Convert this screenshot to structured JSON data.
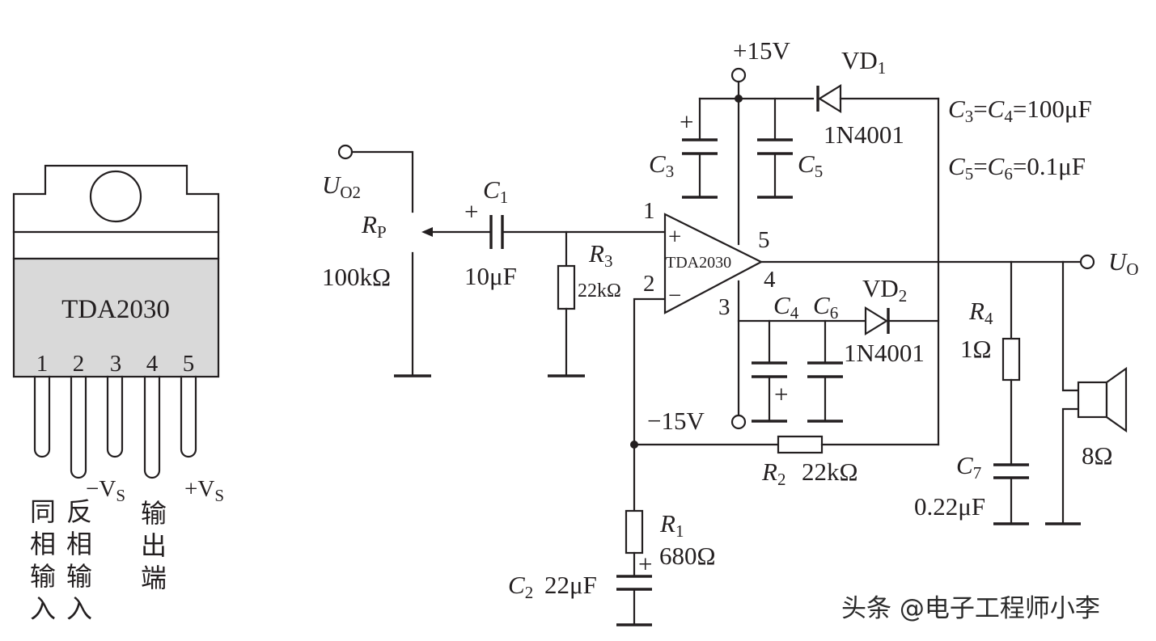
{
  "package": {
    "chip_name": "TDA2030",
    "pins": [
      "1",
      "2",
      "3",
      "4",
      "5"
    ],
    "pin_functions": {
      "neg_supply": "−V",
      "neg_supply_sub": "S",
      "pos_supply": "+V",
      "pos_supply_sub": "S",
      "noninv_input": "同相输入",
      "inv_input": "反相输入",
      "output": "输出端"
    },
    "body_color": "#d9d9d9"
  },
  "circuit": {
    "supply_pos": "+15V",
    "supply_neg": "−15V",
    "output_label": "U",
    "output_sub": "O",
    "input_label": "U",
    "input_sub": "O2",
    "opamp": {
      "name": "TDA2030",
      "plus_sign": "+",
      "minus_sign": "−",
      "pin1": "1",
      "pin2": "2",
      "pin3": "3",
      "pin4": "4",
      "pin5": "5"
    },
    "rp": {
      "name": "R",
      "sub": "P",
      "value": "100kΩ"
    },
    "c1": {
      "name": "C",
      "sub": "1",
      "value": "10μF",
      "polarity": "+"
    },
    "r3": {
      "name": "R",
      "sub": "3",
      "value": "22kΩ"
    },
    "c3": {
      "name": "C",
      "sub": "3",
      "polarity": "+"
    },
    "c5": {
      "name": "C",
      "sub": "5"
    },
    "vd1": {
      "name": "VD",
      "sub": "1",
      "part": "1N4001"
    },
    "c4": {
      "name": "C",
      "sub": "4",
      "polarity": "+"
    },
    "c6": {
      "name": "C",
      "sub": "6"
    },
    "vd2": {
      "name": "VD",
      "sub": "2",
      "part": "1N4001"
    },
    "r2": {
      "name": "R",
      "sub": "2",
      "value": "22kΩ"
    },
    "r1": {
      "name": "R",
      "sub": "1",
      "value": "680Ω"
    },
    "c2": {
      "name": "C",
      "sub": "2",
      "value": "22μF",
      "polarity": "+"
    },
    "r4": {
      "name": "R",
      "sub": "4",
      "value": "1Ω"
    },
    "c7": {
      "name": "C",
      "sub": "7",
      "value": "0.22μF"
    },
    "speaker": {
      "value": "8Ω"
    },
    "note_c34": {
      "a": "C",
      "a_sub": "3",
      "b": "C",
      "b_sub": "4",
      "value": "=100μF",
      "eq": "="
    },
    "note_c56": {
      "a": "C",
      "a_sub": "5",
      "b": "C",
      "b_sub": "6",
      "value": "=0.1μF",
      "eq": "="
    }
  },
  "watermark": "头条 @电子工程师小李"
}
